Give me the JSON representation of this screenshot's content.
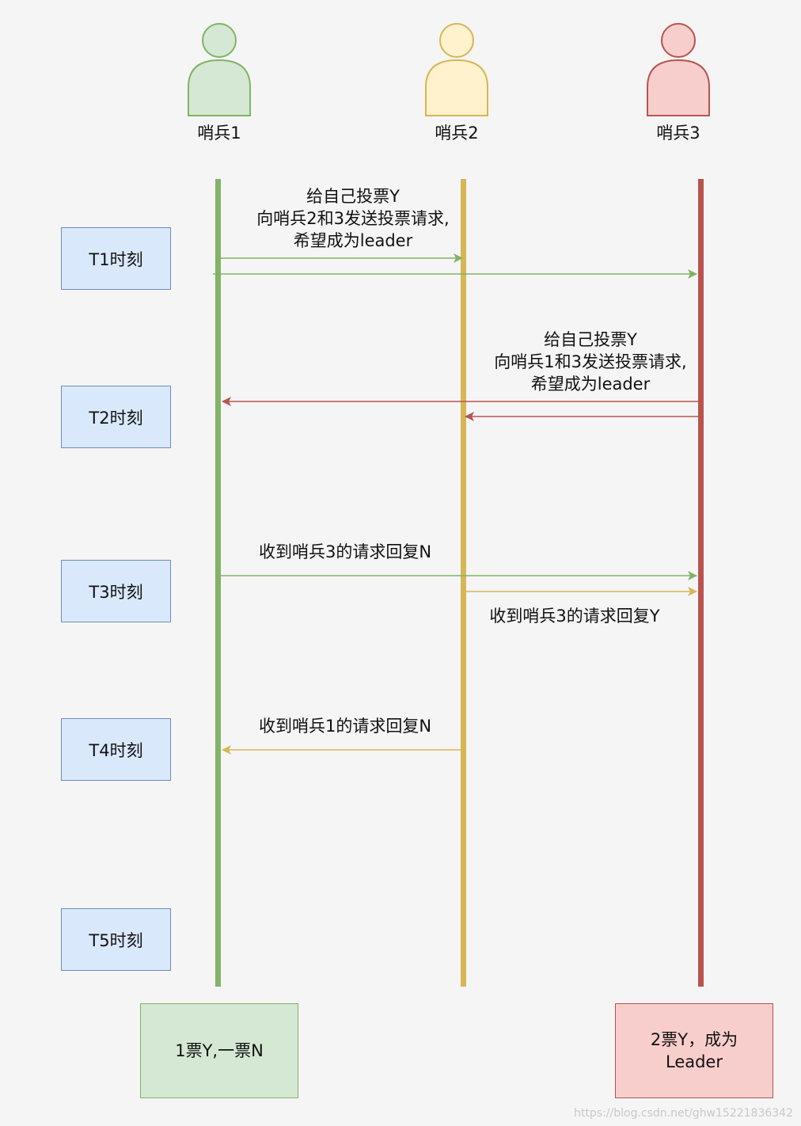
{
  "actors": [
    {
      "label": "哨兵1",
      "fill": "#d5e8d4",
      "stroke": "#82b366"
    },
    {
      "label": "哨兵2",
      "fill": "#fff2cc",
      "stroke": "#d6b656"
    },
    {
      "label": "哨兵3",
      "fill": "#f8cecc",
      "stroke": "#b85450"
    }
  ],
  "time_points": [
    {
      "label": "T1时刻"
    },
    {
      "label": "T2时刻"
    },
    {
      "label": "T3时刻"
    },
    {
      "label": "T4时刻"
    },
    {
      "label": "T5时刻"
    }
  ],
  "messages": {
    "t1": {
      "line1": "给自己投票Y",
      "line2": "向哨兵2和3发送投票请求,",
      "line3": "希望成为leader"
    },
    "t2": {
      "line1": "给自己投票Y",
      "line2": "向哨兵1和3发送投票请求,",
      "line3": "希望成为leader"
    },
    "t3_top": "收到哨兵3的请求回复N",
    "t3_bottom": "收到哨兵3的请求回复Y",
    "t4": "收到哨兵1的请求回复N"
  },
  "results": {
    "sentinel1": {
      "line1": "1票Y,一票N"
    },
    "sentinel3": {
      "line1": "2票Y，成为",
      "line2": "Leader"
    }
  },
  "watermark": "https://blog.csdn.net/ghw15221836342",
  "colors": {
    "green": "#82b366",
    "yellow": "#d6b656",
    "red": "#b85450",
    "time_box_fill": "#dae8fc",
    "time_box_stroke": "#6c8ebf"
  }
}
